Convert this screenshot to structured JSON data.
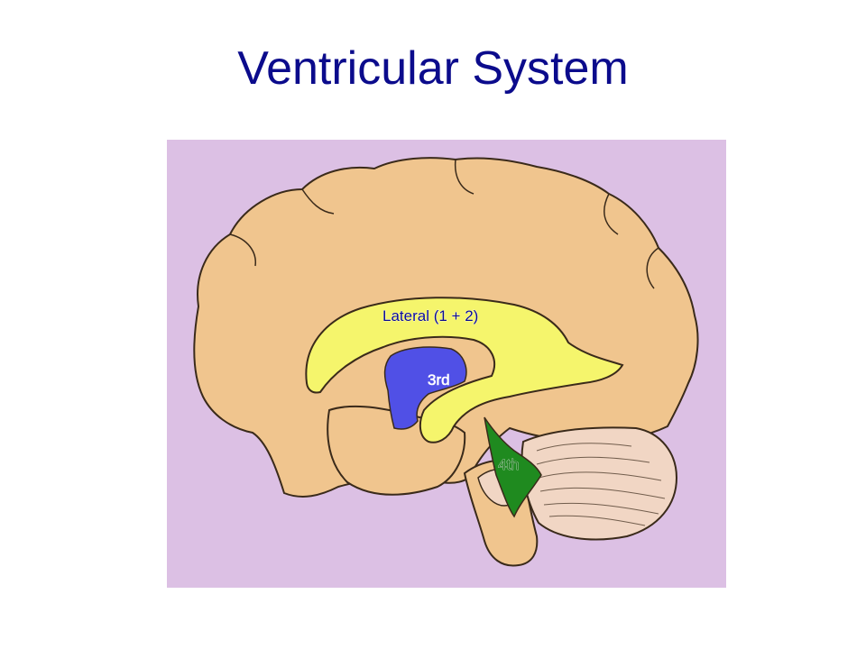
{
  "slide": {
    "title": "Ventricular System"
  },
  "diagram": {
    "labels": {
      "lateral": "Lateral (1 + 2)",
      "third": "3rd",
      "fourth": "4th"
    },
    "colors": {
      "background": "#dcc0e4",
      "brain": "#f0c58e",
      "lateral_ventricle": "#f5f56c",
      "third_ventricle": "#5050e6",
      "fourth_ventricle": "#1f8a1f",
      "cerebellum": "#f1d6c4",
      "outline": "#3a2a1a"
    }
  }
}
